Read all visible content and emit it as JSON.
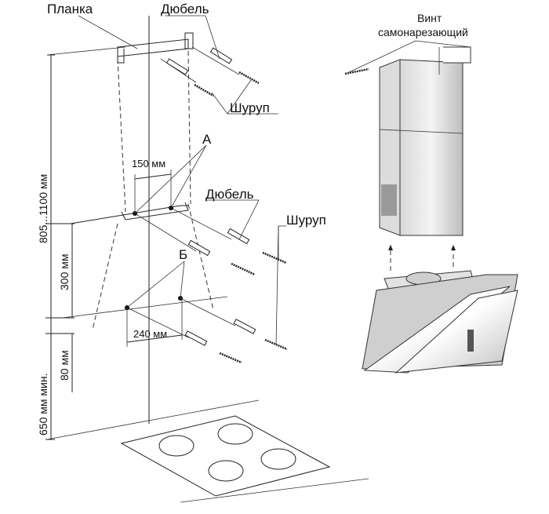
{
  "labels": {
    "plank": "Планка",
    "dowel_top": "Дюбель",
    "screw_top": "Шуруп",
    "point_a": "А",
    "dowel_mid": "Дюбель",
    "screw_mid": "Шуруп",
    "point_b": "Б",
    "screw_self_tapping_line1": "Винт",
    "screw_self_tapping_line2": "самонарезающий"
  },
  "dimensions": {
    "height_range": "805...1100 мм",
    "height_300": "300 мм",
    "height_80": "80 мм",
    "height_650": "650 мм мин.",
    "width_150": "150 мм",
    "width_240": "240 мм"
  }
}
